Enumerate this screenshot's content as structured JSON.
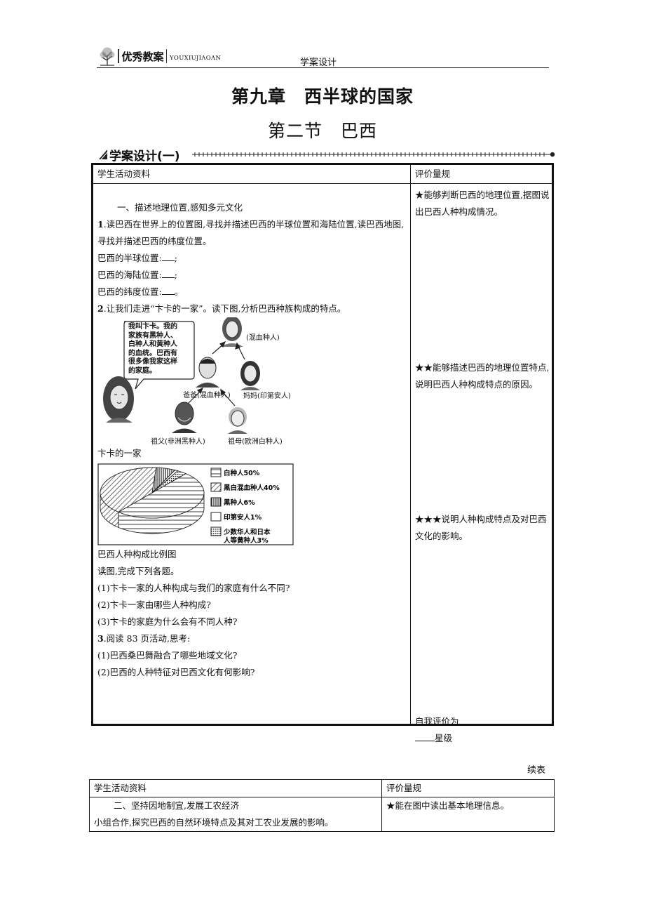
{
  "header": {
    "brand": "优秀教案",
    "brand_latin": "YOUXIUJIAOAN",
    "center": "学案设计"
  },
  "chapter_title": "第九章　西半球的国家",
  "section_title": "第二节　巴西",
  "design_title": "学案设计(一)",
  "table1": {
    "col1_header": "学生活动资料",
    "col2_header": "评价量规",
    "part1_heading": "一、描述地理位置,感知多元文化",
    "q1_num": "1",
    "q1_text": ".读巴西在世界上的位置图,寻找并描述巴西的半球位置和海陆位置,读巴西地图,寻找并描述巴西的纬度位置。",
    "q1_a": "巴西的半球位置:",
    "q1_b": "巴西的海陆位置:",
    "q1_c": "巴西的纬度位置:",
    "q2_num": "2",
    "q2_text": ".让我们走进“卞卡的一家”。读下图,分析巴西种族构成的特点。",
    "family": {
      "bubble": [
        "我叫卞卡。我的",
        "家族有黑种人、",
        "白种人和黄种人",
        "的血统。巴西有",
        "很多像我家这样",
        "的家庭。"
      ],
      "self": "(混血种人)",
      "father": "爸爸(混血种人)",
      "mother": "妈妈(印第安人)",
      "grandpa": "祖父(非洲黑种人)",
      "grandma": "祖母(欧洲白种人)"
    },
    "family_caption": "卞卡的一家",
    "chart_caption": "巴西人种构成比例图",
    "read_text": "读图,完成下列各题。",
    "q2_sub": [
      "(1)卞卡一家的人种构成与我们的家庭有什么不同?",
      "(2)卞卡一家由哪些人种构成?",
      "(3)卞卡的家庭为什么会有不同人种?"
    ],
    "q3_num": "3",
    "q3_text": ".阅读 83 页活动,思考:",
    "q3_sub": [
      "(1)巴西桑巴舞融合了哪些地域文化?",
      "(2)巴西的人种特征对巴西文化有何影响?"
    ],
    "eval1": "★能够判断巴西的地理位置,据图说出巴西人种构成情况。",
    "eval2": "★★能够描述巴西的地理位置特点,说明巴西人种构成特点的原因。",
    "eval3": "★★★说明人种构成特点及对巴西文化的影响。",
    "self_eval": "自我评价为",
    "self_eval_suffix": "星级"
  },
  "chart_data": {
    "type": "pie",
    "categories": [
      "白种人50%",
      "黑白混血种人40%",
      "黑种人6%",
      "印第安人1%",
      "少数华人和日本人等黄种人3%"
    ],
    "values": [
      50,
      40,
      6,
      1,
      3
    ],
    "legend_lines": [
      [
        "白种人50%"
      ],
      [
        "黑白混血种人40%"
      ],
      [
        "黑种人6%"
      ],
      [
        "印第安人1%"
      ],
      [
        "少数华人和日本",
        "人等黄种人3%"
      ]
    ],
    "title": "巴西人种构成比例图",
    "legend": "right"
  },
  "continued": "续表",
  "table2": {
    "col1_header": "学生活动资料",
    "col2_header": "评价量规",
    "part2_heading": "二、坚持因地制宜,发展工农经济",
    "part2_text": "小组合作,探究巴西的自然环境特点及其对工农业发展的影响。",
    "eval": "★能在图中读出基本地理信息。"
  }
}
